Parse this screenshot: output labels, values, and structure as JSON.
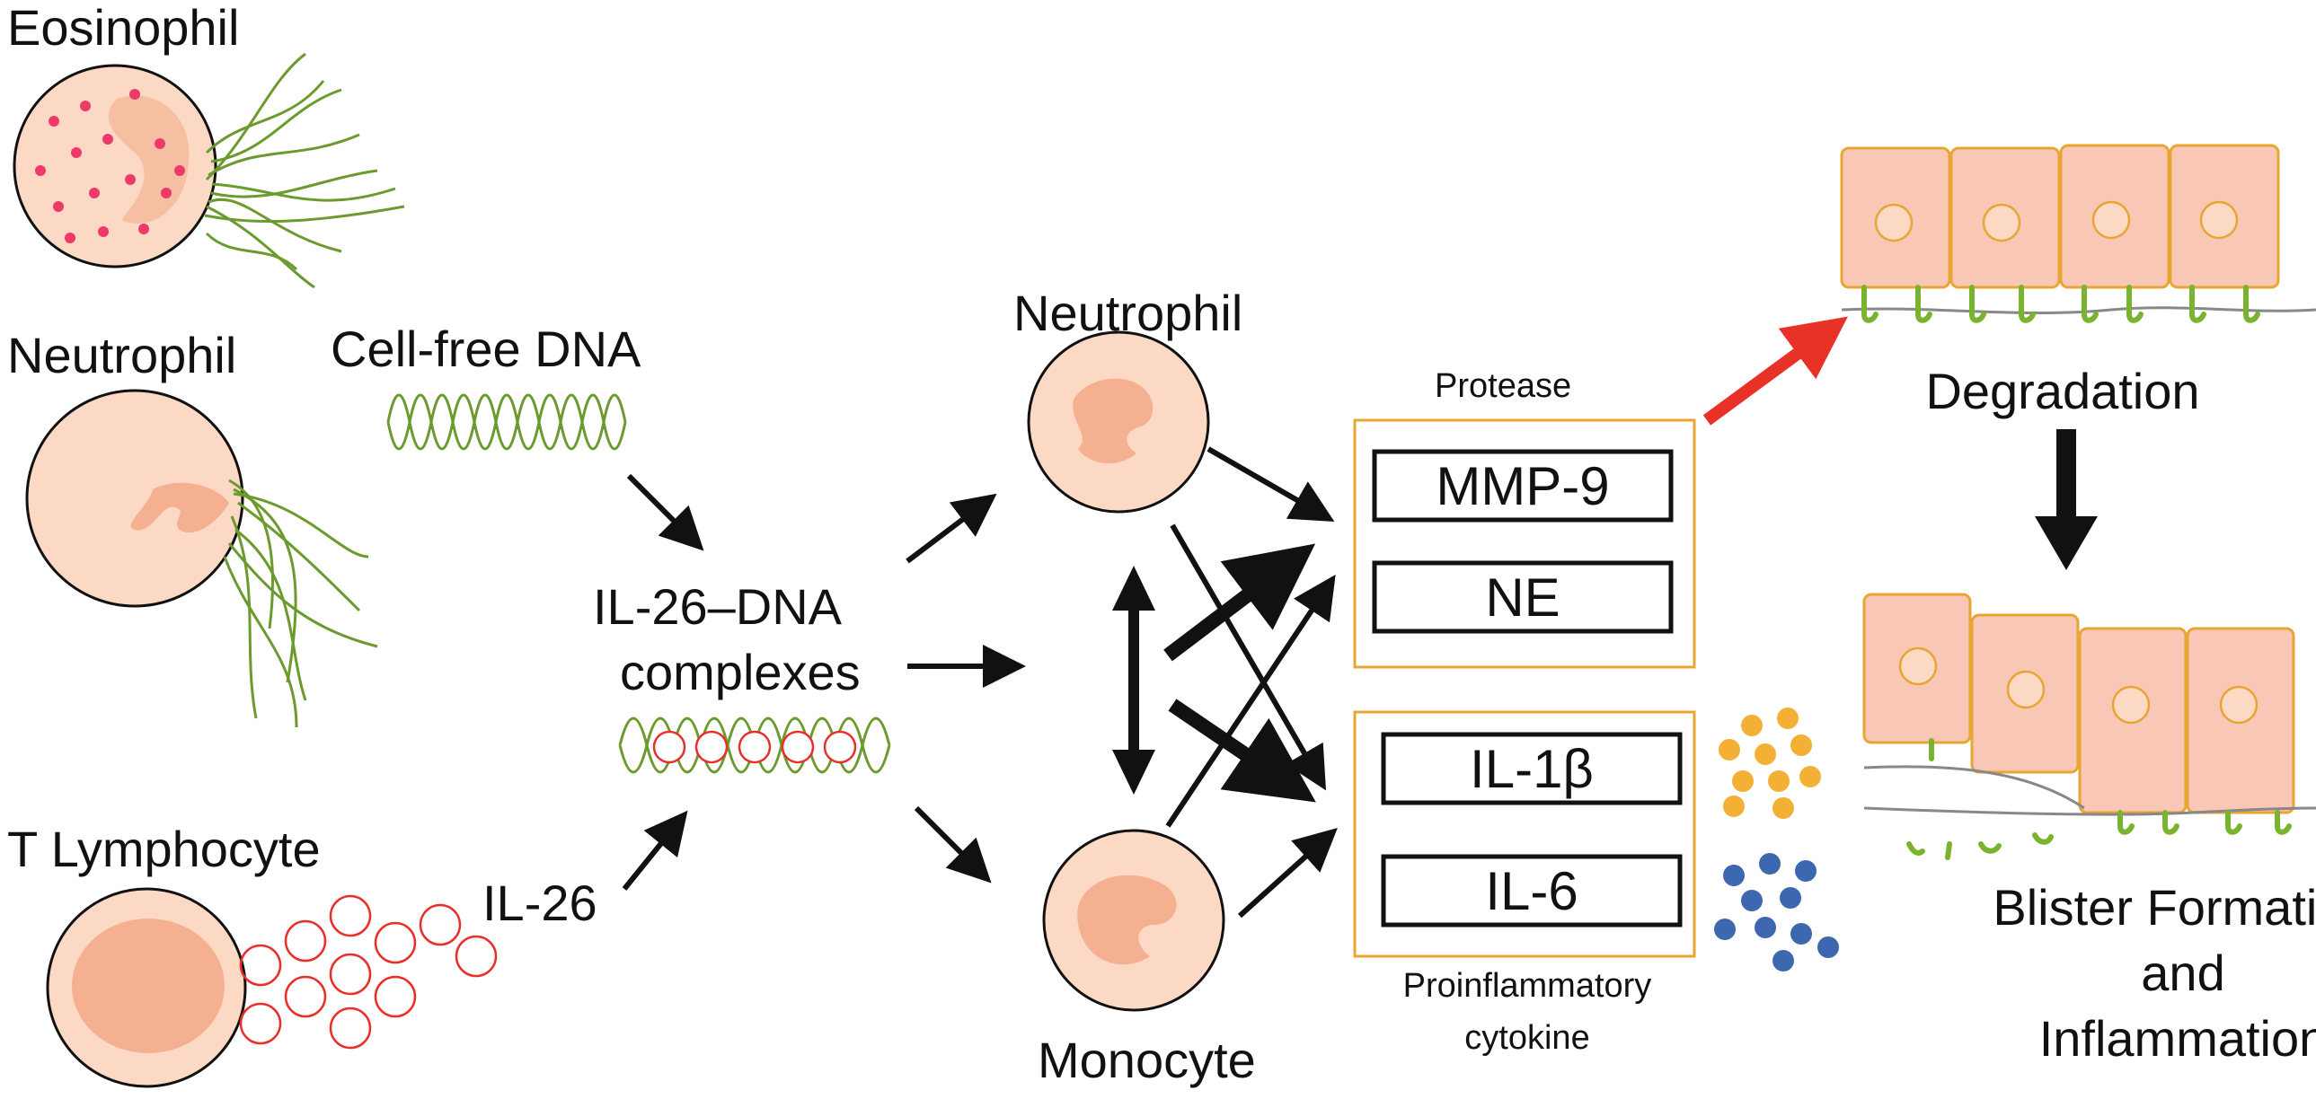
{
  "cells": {
    "eosinophil": "Eosinophil",
    "neutrophil_left": "Neutrophil",
    "t_lymphocyte": "T Lymphocyte",
    "neutrophil_center": "Neutrophil",
    "monocyte": "Monocyte"
  },
  "molecules": {
    "cell_free_dna": "Cell-free DNA",
    "il26": "IL-26",
    "complex_line1": "IL-26–DNA",
    "complex_line2": "complexes"
  },
  "protease_box": {
    "title": "Protease",
    "items": [
      "MMP-9",
      "NE"
    ]
  },
  "cytokine_box": {
    "title_line1": "Proinflammatory",
    "title_line2": "cytokine",
    "items": [
      "IL-1β",
      "IL-6"
    ]
  },
  "outcomes": {
    "degradation": "Degradation",
    "result_line1": "Blister Formation",
    "result_line2": "and",
    "result_line3": "Inflammation"
  },
  "colors": {
    "cell_fill": "#fbd9c4",
    "nucleus": "#f4b090",
    "dna_green": "#6b9a2e",
    "il26_red": "#e8302a",
    "box_orange": "#e8a532",
    "highlight_arrow": "#e83228",
    "dot_yellow": "#f2b035",
    "dot_blue": "#3d68b0",
    "granule_pink": "#ee3a6a"
  }
}
